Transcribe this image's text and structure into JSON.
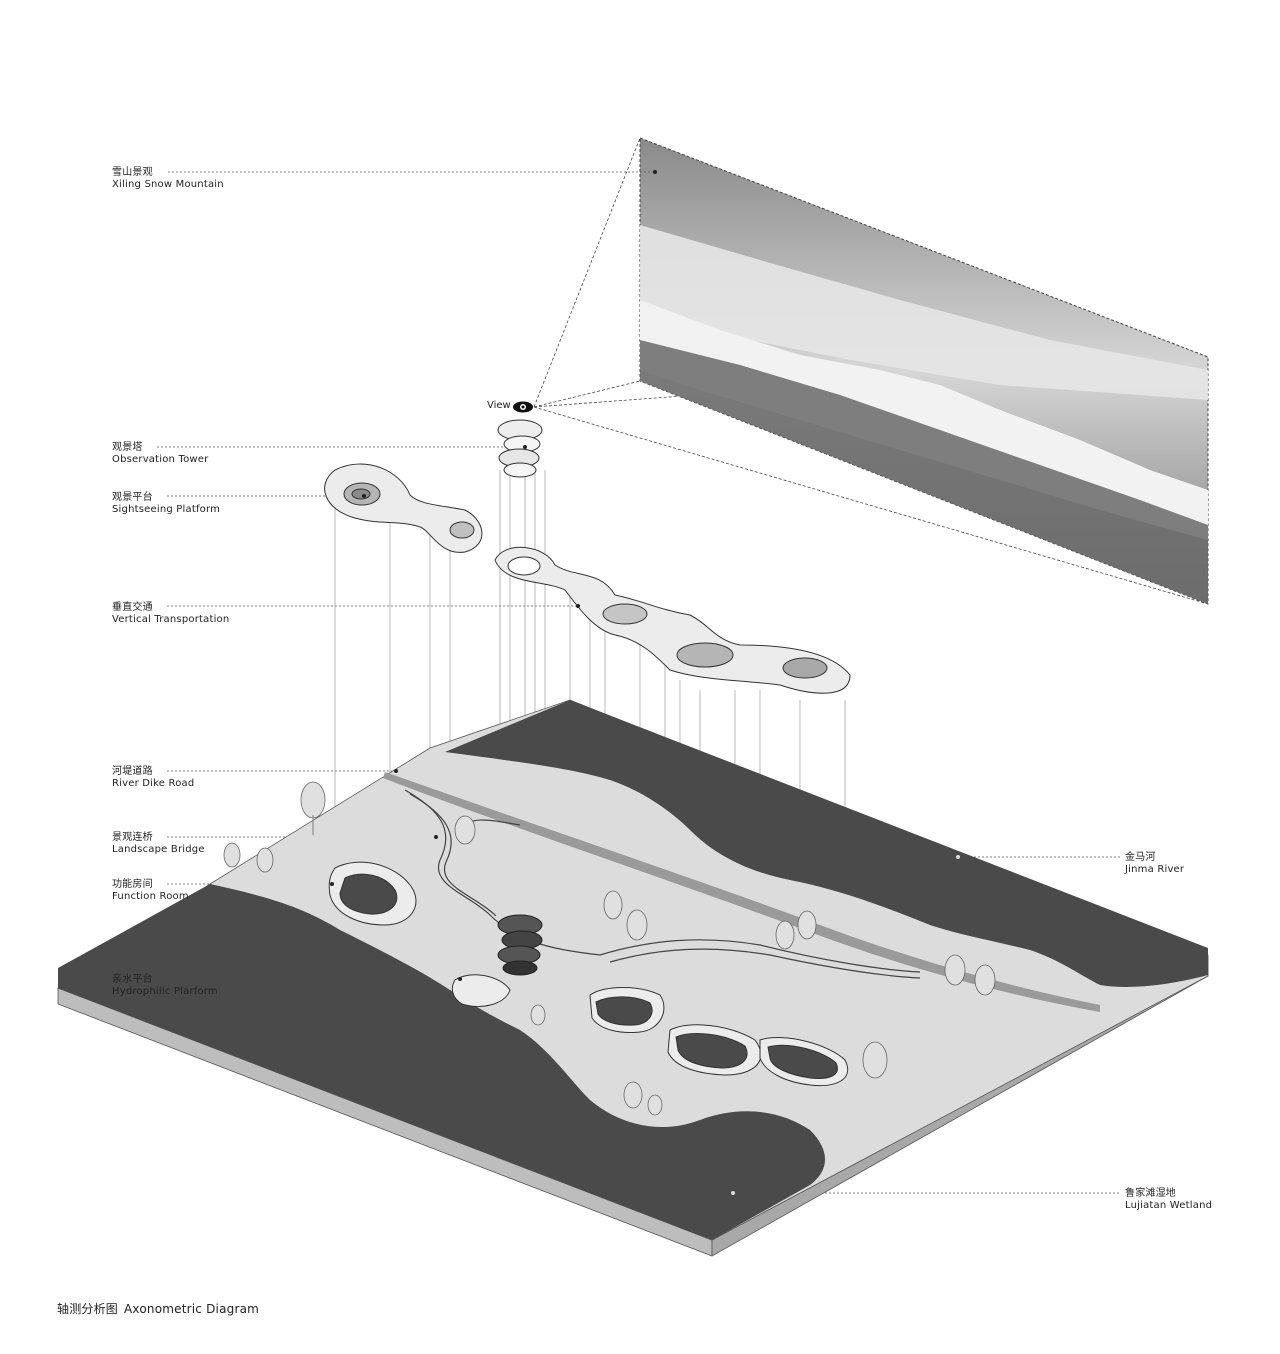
{
  "view_label": "View",
  "labels": {
    "snow_mountain": {
      "cn": "雪山景观",
      "en": "Xiling Snow Mountain"
    },
    "observation_tower": {
      "cn": "观景塔",
      "en": "Observation Tower"
    },
    "sightseeing_platform": {
      "cn": "观景平台",
      "en": "Sightseeing Platform"
    },
    "vertical_transport": {
      "cn": "垂直交通",
      "en": "Vertical Transportation"
    },
    "river_dike_road": {
      "cn": "河堤道路",
      "en": "River Dike Road"
    },
    "landscape_bridge": {
      "cn": "景观连桥",
      "en": "Landscape Bridge"
    },
    "function_room": {
      "cn": "功能房间",
      "en": "Function Room"
    },
    "hydrophilic_platform": {
      "cn": "亲水平台",
      "en": "Hydrophilic Plarform"
    },
    "jinma_river": {
      "cn": "金马河",
      "en": "Jinma River"
    },
    "lujiatan_wetland": {
      "cn": "鲁家滩湿地",
      "en": "Lujiatan Wetland"
    }
  },
  "caption": {
    "cn": "轴测分析图",
    "en": "Axonometric Diagram"
  },
  "colors": {
    "water": "#4a4a4a",
    "land": "#dcdcdc",
    "base": "#bdbdbd",
    "line": "#333333"
  }
}
